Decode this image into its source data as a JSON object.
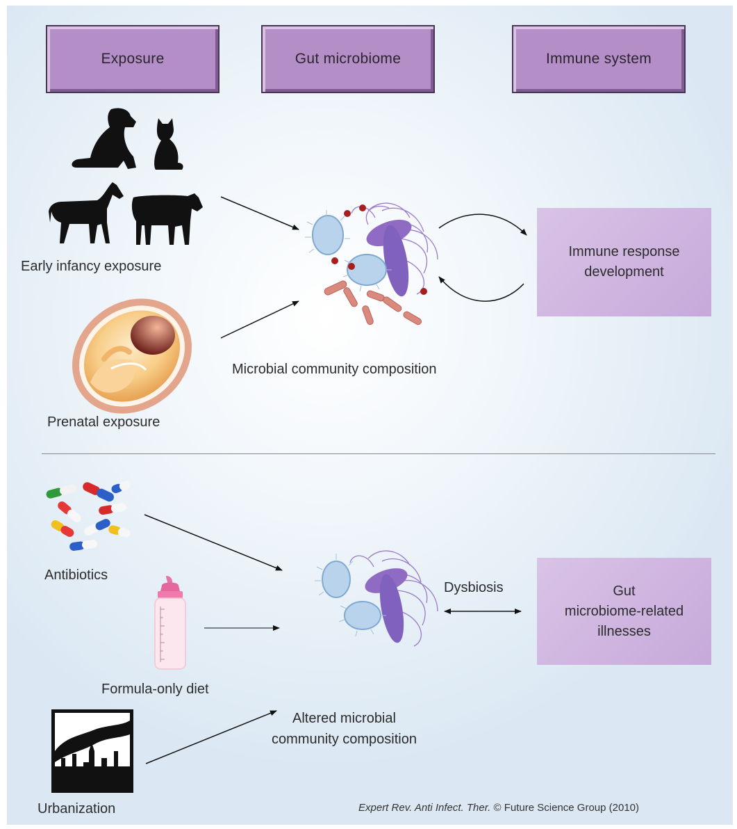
{
  "headers": {
    "exposure": "Exposure",
    "gut_microbiome": "Gut microbiome",
    "immune_system": "Immune system"
  },
  "top_section": {
    "early_infancy_label": "Early infancy exposure",
    "prenatal_label": "Prenatal exposure",
    "composition_label": "Microbial community composition",
    "immune_box": {
      "line1": "Immune response",
      "line2": "development"
    }
  },
  "bottom_section": {
    "antibiotics_label": "Antibiotics",
    "formula_label": "Formula-only diet",
    "urbanization_label": "Urbanization",
    "altered_label": {
      "line1": "Altered microbial",
      "line2": "community composition"
    },
    "dysbiosis_label": "Dysbiosis",
    "illness_box": {
      "line1": "Gut",
      "line2": "microbiome-related",
      "line3": "illnesses"
    }
  },
  "credit": {
    "journal": "Expert Rev. Anti Infect. Ther.",
    "copyright": "© Future Science Group (2010)"
  },
  "icons": [
    "dog-icon",
    "cat-icon",
    "horse-icon",
    "cow-icon",
    "fetus-icon",
    "bacteria-cluster-icon",
    "pills-icon",
    "baby-bottle-icon",
    "factory-icon"
  ],
  "colors": {
    "header_fill": "#b48fc7",
    "box_fill": "#cfb5df",
    "bacteria_purple": "#8f6bc4",
    "cocci_red": "#a81e1e"
  }
}
